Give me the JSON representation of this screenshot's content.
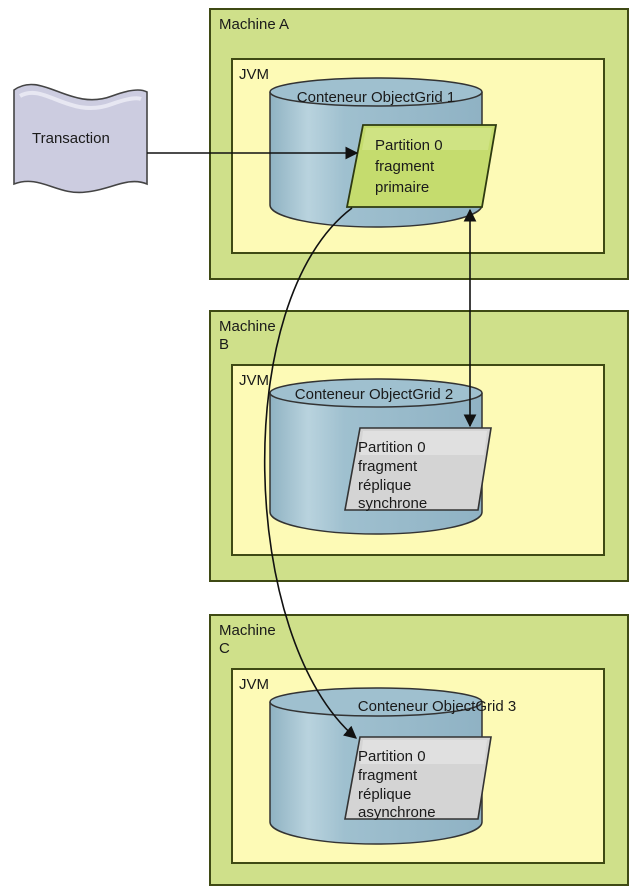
{
  "transaction": {
    "label": "Transaction"
  },
  "machines": [
    {
      "label": "Machine A",
      "jvm_label": "JVM",
      "container_label": "Conteneur ObjectGrid 1",
      "shard": {
        "line1": "Partition 0",
        "line2": "fragment",
        "line3": "primaire",
        "line4": ""
      }
    },
    {
      "label": "Machine B",
      "jvm_label": "JVM",
      "container_label": "Conteneur ObjectGrid 2",
      "shard": {
        "line1": "Partition 0",
        "line2": "fragment",
        "line3": "réplique",
        "line4": "synchrone"
      }
    },
    {
      "label": "Machine C",
      "jvm_label": "JVM",
      "container_label": "Conteneur ObjectGrid 3",
      "shard": {
        "line1": "Partition 0",
        "line2": "fragment",
        "line3": "réplique",
        "line4": "asynchrone"
      }
    }
  ],
  "colors": {
    "machine_fill": "#cfe08a",
    "jvm_fill": "#fdfab6",
    "container_fill": "#9fc0cf",
    "primary_shard_fill": "#c5dc6e",
    "replica_shard_fill": "#d4d4d4"
  }
}
